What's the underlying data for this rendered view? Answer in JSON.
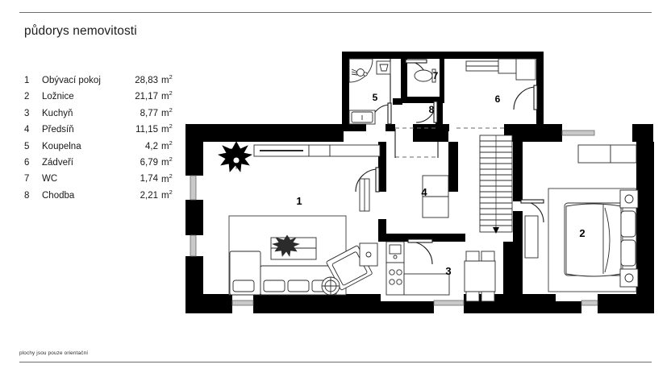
{
  "document": {
    "title": "půdorys nemovitosti",
    "footer_note": "plochy jsou pouze orientační"
  },
  "legend": {
    "unit": "m",
    "unit_sup": "2",
    "rows": [
      {
        "num": "1",
        "name": "Obývací pokoj",
        "area": "28,83"
      },
      {
        "num": "2",
        "name": "Ložnice",
        "area": "21,17"
      },
      {
        "num": "3",
        "name": "Kuchyň",
        "area": "8,77"
      },
      {
        "num": "4",
        "name": "Předsíň",
        "area": "11,15"
      },
      {
        "num": "5",
        "name": "Koupelna",
        "area": "4,2"
      },
      {
        "num": "6",
        "name": "Zádveří",
        "area": "6,79"
      },
      {
        "num": "7",
        "name": "WC",
        "area": "1,74"
      },
      {
        "num": "8",
        "name": "Chodba",
        "area": "2,21"
      }
    ]
  },
  "plan": {
    "labels": {
      "room1": "1",
      "room2": "2",
      "room3": "3",
      "room4": "4",
      "room5": "5",
      "room6": "6",
      "room7": "7",
      "room8": "8"
    },
    "colors": {
      "wall": "#000000",
      "interior": "#ffffff",
      "furniture_stroke": "#2b2b2b",
      "furniture_fill": "#ffffff",
      "window": "#b6b6b6",
      "rule": "#6d6d6d"
    }
  }
}
